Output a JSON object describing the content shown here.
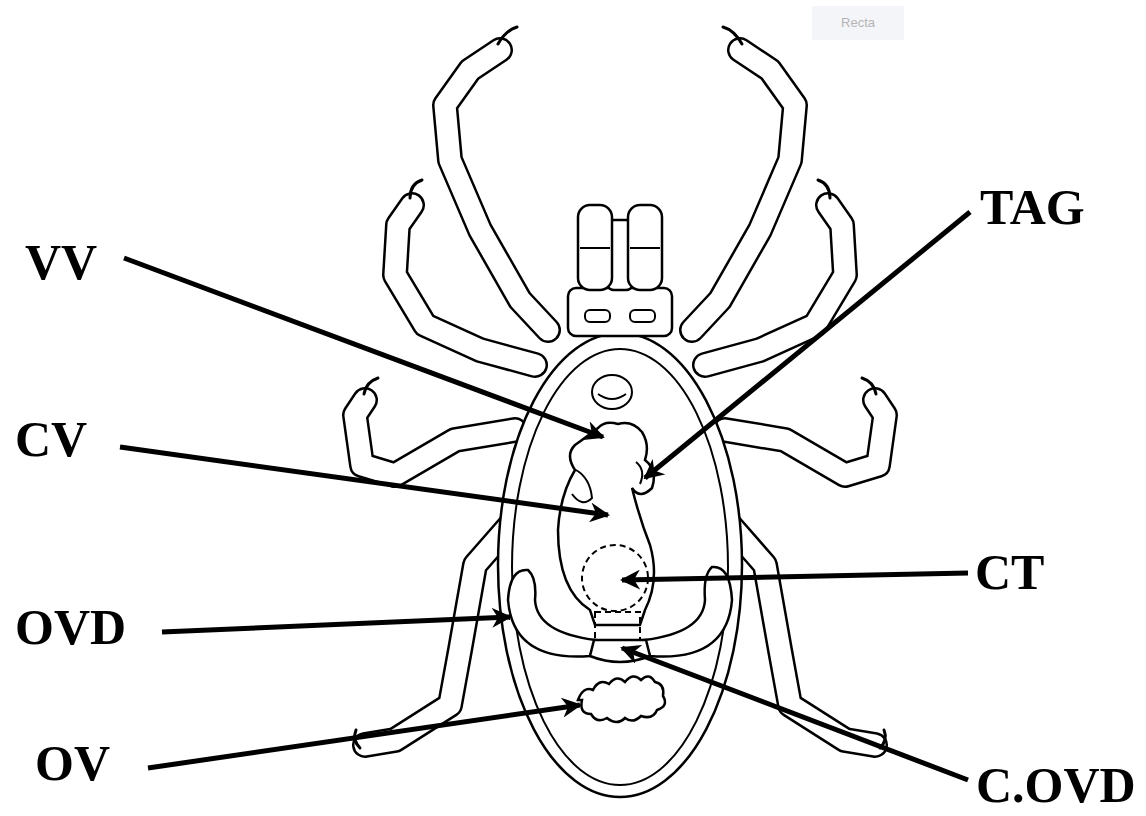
{
  "diagram": {
    "labels": [
      "VV",
      "TAG",
      "CV",
      "CT",
      "OVD",
      "OV",
      "C.OVD",
      "Recta"
    ]
  }
}
